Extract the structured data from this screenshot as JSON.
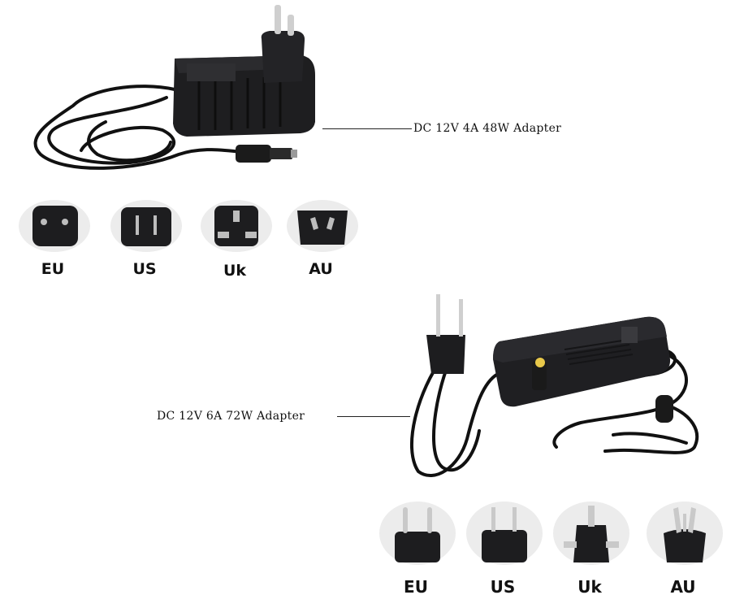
{
  "adapters": [
    {
      "label": "DC 12V 4A 48W Adapter",
      "plug_types": [
        "EU",
        "US",
        "Uk",
        "AU"
      ]
    },
    {
      "label": "DC 12V 6A 72W Adapter",
      "plug_types": [
        "EU",
        "US",
        "Uk",
        "AU"
      ]
    }
  ],
  "colors": {
    "background": "#ffffff",
    "adapter_body": "#1c1c1e",
    "plug_tile": "#ececec",
    "pin_metal": "#c9c9c9",
    "tip_gold": "#e8c84a"
  }
}
